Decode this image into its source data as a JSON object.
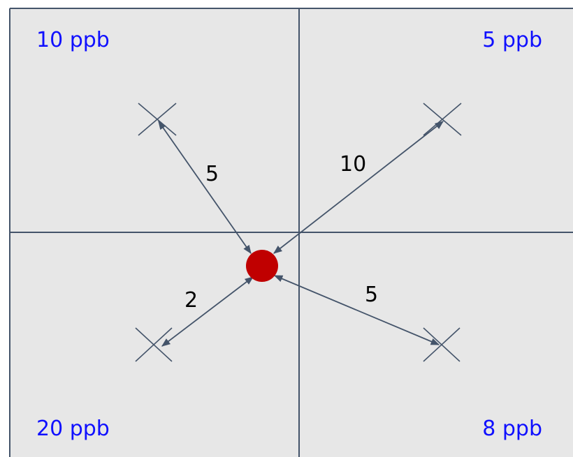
{
  "colors": {
    "background": "#e7e7e7",
    "grid_line": "#44546a",
    "arrow": "#44546a",
    "cross": "#44546a",
    "quadrant_text": "#1010ff",
    "distance_text": "#000000",
    "center_dot": "#c00000"
  },
  "quadrants": {
    "top_left": "10 ppb",
    "top_right": "5 ppb",
    "bottom_left": "20 ppb",
    "bottom_right": "8 ppb"
  },
  "distances": {
    "top_left": "5",
    "top_right": "10",
    "bottom_left": "2",
    "bottom_right": "5"
  },
  "icons": {
    "sample_point": "cross-icon",
    "target_point": "circle-icon"
  }
}
